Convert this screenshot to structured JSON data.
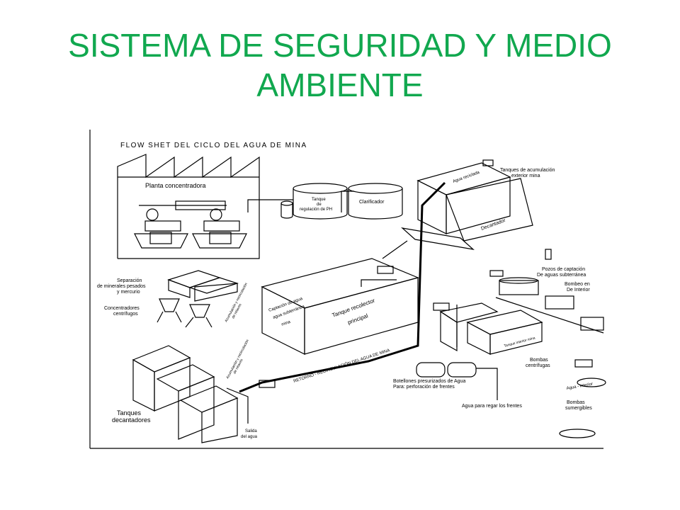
{
  "slide": {
    "title_line1": "SISTEMA DE SEGURIDAD Y MEDIO",
    "title_line2": "AMBIENTE"
  },
  "diagram": {
    "heading": "FLOW SHET DEL CICLO DEL AGUA DE MINA",
    "labels": {
      "planta": "Planta concentradora",
      "tanque_ph_1": "Tanque",
      "tanque_ph_2": "de",
      "tanque_ph_3": "regulación de PH",
      "clarificador": "Clarificador",
      "agua_reciclada": "Agua reciclada",
      "tanques_acum_1": "Tanques de acumulación",
      "tanques_acum_2": "exterior mina",
      "decantador": "Decantador",
      "separacion_1": "Separación",
      "separacion_2": "de minerales pesados",
      "separacion_3": "y mercurio",
      "concentradores_1": "Concentradores",
      "concentradores_2": "centrífugos",
      "tanque_recolector_1": "Tanque recolector",
      "tanque_recolector_2": "principal",
      "captacion_1": "Captación de agua",
      "captacion_2": "agua subterránea",
      "captacion_3": "mina",
      "pozos_1": "Pozos de captación",
      "pozos_2": "De aguas subterránea",
      "bombeo_1": "Bombeo en",
      "bombeo_2": "De Interior",
      "bombas_cent_1": "Bombas",
      "bombas_cent_2": "centrífugas",
      "bombas_sum_1": "Bombas",
      "bombas_sum_2": "sumergibles",
      "agua_interior": "Agua - interior",
      "botellones_1": "Botellones presurizados de Agua",
      "botellones_2": "Para: perforación de frentes",
      "agua_regar": "Agua para regar los frentes",
      "retorno": "RETORNO - RECIRCULACIÓN DEL AGUA DE MINA",
      "tanques_dec_1": "Tanques",
      "tanques_dec_2": "decantadores",
      "salida_1": "Salida",
      "salida_2": "del agua",
      "acumulacion_1": "Acumulación y recirculación",
      "acumulacion_2": "de relaves",
      "acumulacion2_1": "Acumulación y recirculación",
      "acumulacion2_2": "de relaves",
      "tanque_interior": "Tanque interior mina"
    }
  }
}
